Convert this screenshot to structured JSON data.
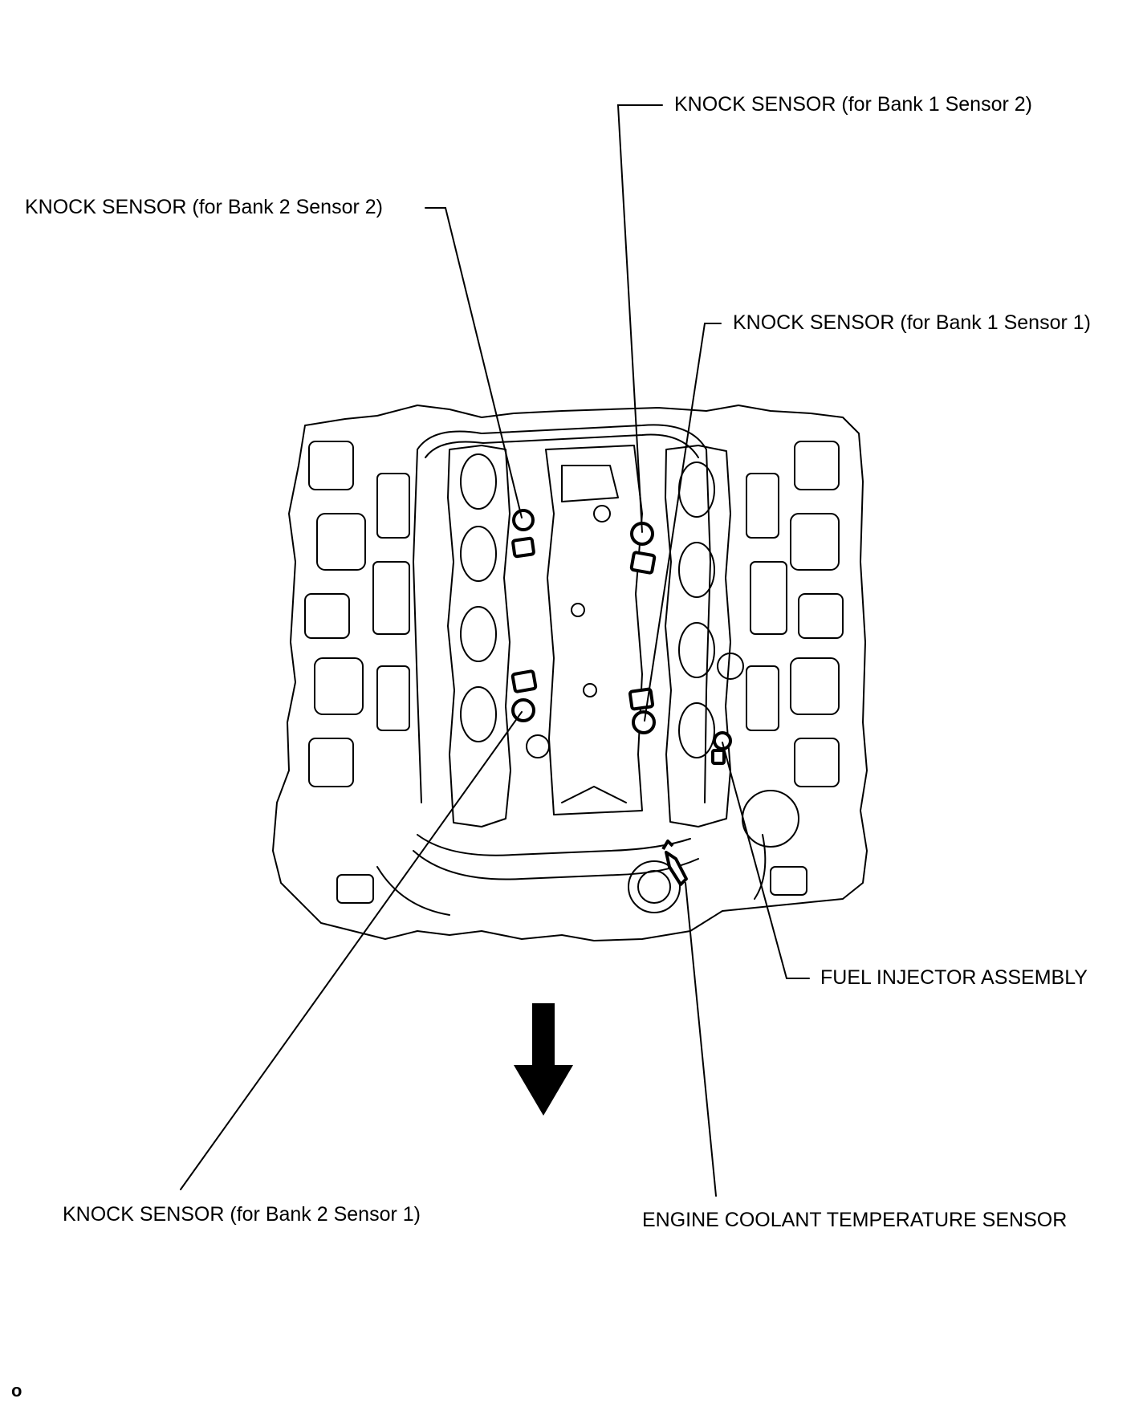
{
  "labels": {
    "knock_b1s2": "KNOCK SENSOR (for Bank 1 Sensor 2)",
    "knock_b2s2": "KNOCK SENSOR (for Bank 2 Sensor 2)",
    "knock_b1s1": "KNOCK SENSOR (for Bank 1 Sensor 1)",
    "fuel_injector": "FUEL INJECTOR ASSEMBLY",
    "knock_b2s1": "KNOCK SENSOR (for Bank 2 Sensor 1)",
    "coolant_sensor": "ENGINE COOLANT TEMPERATURE SENSOR"
  },
  "figure_code": "o",
  "icons": {
    "direction_arrow": "arrow-down-icon"
  },
  "colors": {
    "line": "#000000",
    "background": "#ffffff"
  }
}
